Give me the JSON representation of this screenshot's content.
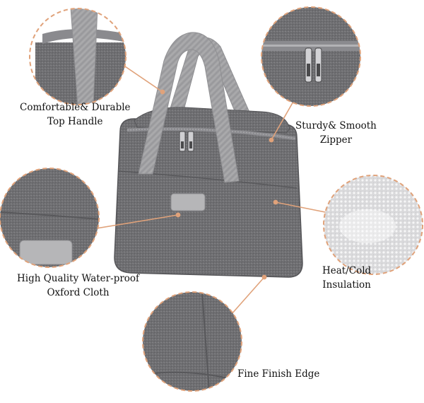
{
  "callouts": {
    "handle": {
      "line1": "Comfortable& Durable",
      "line2": "Top Handle"
    },
    "zipper": {
      "line1": "Sturdy& Smooth",
      "line2": "Zipper"
    },
    "cloth": {
      "line1": "High Quality Water-proof",
      "line2": "Oxford Cloth"
    },
    "insulation": {
      "line1": "Heat/Cold",
      "line2": "Insulation"
    },
    "edge": {
      "line1": "Fine Finish Edge"
    }
  },
  "colors": {
    "fabric": "#6f6f72",
    "fabric_dark": "#5a5a5d",
    "strap": "#a9a9ab",
    "leader": "#e0a27a",
    "background": "#ffffff"
  }
}
